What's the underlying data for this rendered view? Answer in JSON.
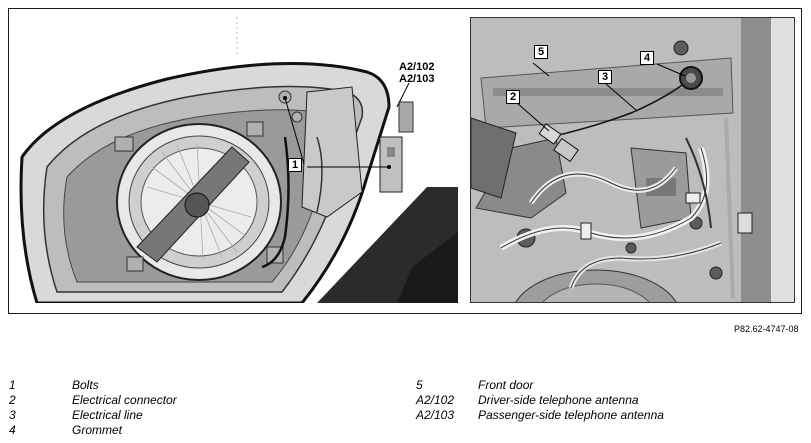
{
  "figure": {
    "left_labels": {
      "antenna_codes_line1": "A2/102",
      "antenna_codes_line2": "A2/103",
      "callout_1": "1"
    },
    "right_labels": {
      "callout_5": "5",
      "callout_4": "4",
      "callout_3": "3",
      "callout_2": "2"
    },
    "drawing_code": "P82.62-4747-08"
  },
  "legend": {
    "left": [
      {
        "key": "1",
        "text": "Bolts"
      },
      {
        "key": "2",
        "text": "Electrical connector"
      },
      {
        "key": "3",
        "text": "Electrical line"
      },
      {
        "key": "4",
        "text": "Grommet"
      }
    ],
    "right": [
      {
        "key": "5",
        "text": "Front door"
      },
      {
        "key": "A2/102",
        "text": "Driver-side telephone antenna"
      },
      {
        "key": "A2/103",
        "text": "Passenger-side telephone antenna"
      }
    ]
  }
}
